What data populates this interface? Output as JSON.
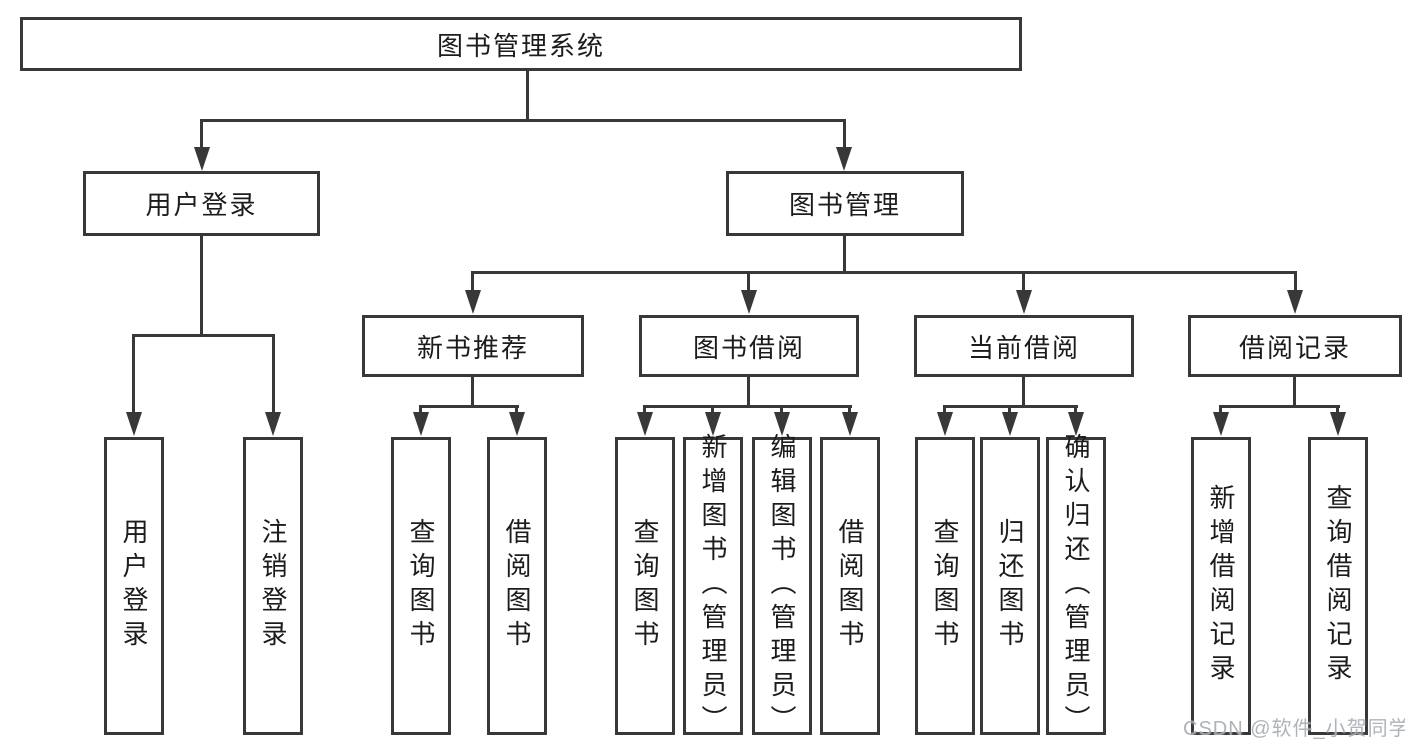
{
  "diagram": {
    "title": "图书管理系统",
    "level2": [
      {
        "label": "用户登录"
      },
      {
        "label": "图书管理"
      }
    ],
    "level3": [
      {
        "label": "新书推荐"
      },
      {
        "label": "图书借阅"
      },
      {
        "label": "当前借阅"
      },
      {
        "label": "借阅记录"
      }
    ],
    "leaves": [
      {
        "label": "用户登录"
      },
      {
        "label": "注销登录"
      },
      {
        "label": "查询图书"
      },
      {
        "label": "借阅图书"
      },
      {
        "label": "查询图书"
      },
      {
        "label": "新增图书（管理员）"
      },
      {
        "label": "编辑图书（管理员）"
      },
      {
        "label": "借阅图书"
      },
      {
        "label": "查询图书"
      },
      {
        "label": "归还图书"
      },
      {
        "label": "确认归还（管理员）"
      },
      {
        "label": "新增借阅记录"
      },
      {
        "label": "查询借阅记录"
      }
    ],
    "watermark": "CSDN @软件_小贺同学",
    "colors": {
      "line": "#383838",
      "text": "#1c1c1c",
      "watermark": "#a9aeb4",
      "background": "#ffffff"
    }
  }
}
